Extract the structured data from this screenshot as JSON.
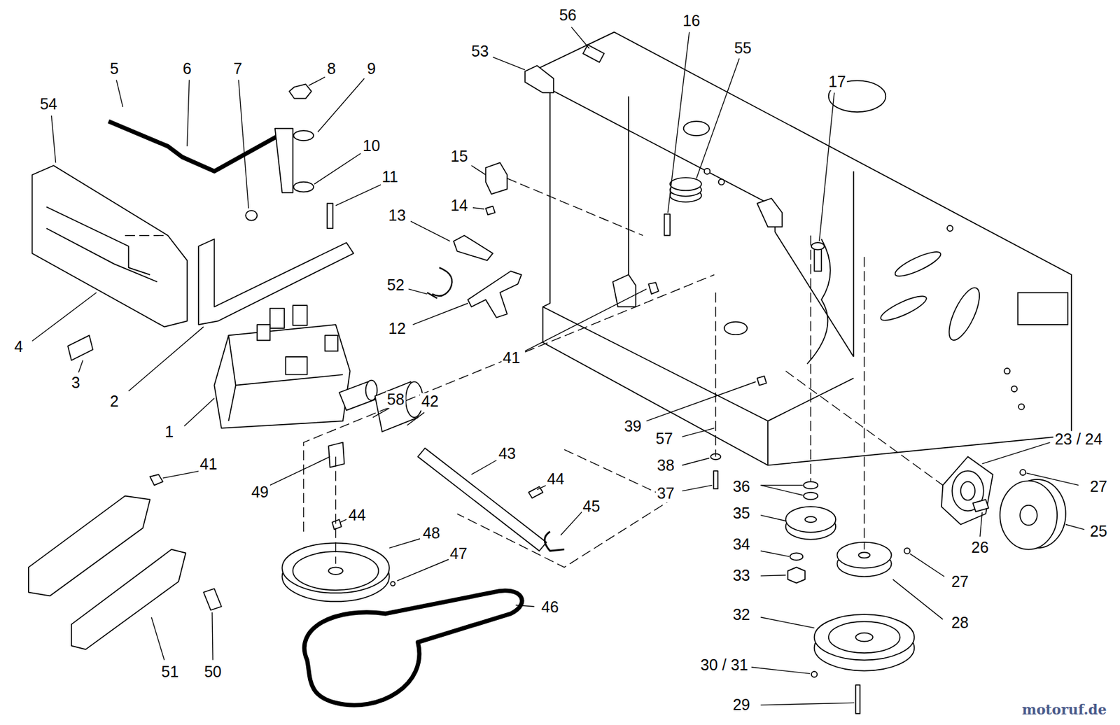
{
  "diagram": {
    "labels": [
      "56",
      "16",
      "55",
      "53",
      "5",
      "6",
      "7",
      "8",
      "9",
      "17",
      "54",
      "10",
      "15",
      "11",
      "14",
      "13",
      "52",
      "12",
      "4",
      "41",
      "3",
      "58",
      "2",
      "42",
      "39",
      "1",
      "57",
      "23 / 24",
      "43",
      "41",
      "38",
      "36",
      "27",
      "49",
      "37",
      "44",
      "45",
      "35",
      "44",
      "25",
      "48",
      "34",
      "26",
      "47",
      "33",
      "27",
      "46",
      "32",
      "28",
      "30 / 31",
      "51",
      "50",
      "29",
      "motoruf.de"
    ]
  }
}
